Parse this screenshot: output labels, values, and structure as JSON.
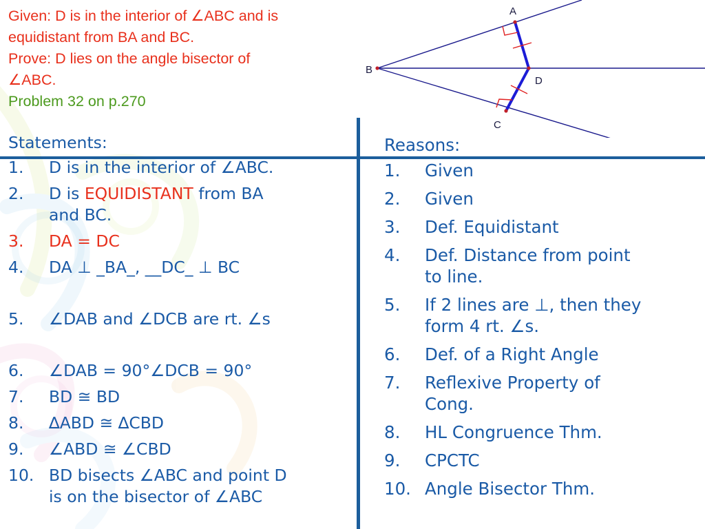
{
  "given": {
    "line1": "Given:  D is in the interior of ∠ABC and is",
    "line2": "equidistant from BA and BC.",
    "line3": "Prove:  D lies on the angle bisector of",
    "line4": "∠ABC.",
    "line5": "Problem 32 on p.270"
  },
  "diagram": {
    "label_a": "A",
    "label_b": "B",
    "label_c": "C",
    "label_d": "D"
  },
  "statements": {
    "title": "Statements:",
    "items": [
      {
        "num": "1.",
        "text": "D is in the interior of ∠ABC."
      },
      {
        "num": "2.",
        "pre": "D is ",
        "highlight": "EQUIDISTANT",
        "post": " from BA",
        "line2": "and BC."
      },
      {
        "num": "3.",
        "text": "DA = DC"
      },
      {
        "num": "4.",
        "text": "DA ⊥ _BA_, __DC_ ⊥ BC"
      },
      {
        "num": "5.",
        "text": "∠DAB and ∠DCB are rt. ∠s"
      },
      {
        "num": "6.",
        "text": "∠DAB = 90°∠DCB = 90°"
      },
      {
        "num": "7.",
        "text": "BD ≅ BD"
      },
      {
        "num": "8.",
        "text": "∆ABD ≅ ∆CBD"
      },
      {
        "num": "9.",
        "text": "∠ABD ≅ ∠CBD"
      },
      {
        "num": "10.",
        "text": "BD bisects ∠ABC and point D",
        "line2": "is on the bisector of ∠ABC"
      }
    ]
  },
  "reasons": {
    "title": "Reasons:",
    "items": [
      {
        "num": "1.",
        "text": "Given"
      },
      {
        "num": "2.",
        "text": "Given"
      },
      {
        "num": "3.",
        "text": "Def. Equidistant"
      },
      {
        "num": "4.",
        "text": "Def. Distance from point",
        "line2": "to line."
      },
      {
        "num": "5.",
        "text": "If 2 lines are ⊥, then they",
        "line2": "form 4 rt. ∠s."
      },
      {
        "num": "6.",
        "text": "Def. of a Right Angle"
      },
      {
        "num": "7.",
        "text": "Reflexive Property of",
        "line2": "Cong."
      },
      {
        "num": "8.",
        "text": "HL Congruence Thm."
      },
      {
        "num": "9.",
        "text": "CPCTC"
      },
      {
        "num": "10.",
        "text": "Angle Bisector Thm."
      }
    ]
  },
  "colors": {
    "text_blue": "#1a5aa6",
    "given_red": "#e8301c",
    "problem_green": "#4c9a1e",
    "rule_blue": "#1c5e9c",
    "diagram_line": "#1a1a8c",
    "segment_blue": "#1c1cd6",
    "tick_red": "#e02020"
  }
}
